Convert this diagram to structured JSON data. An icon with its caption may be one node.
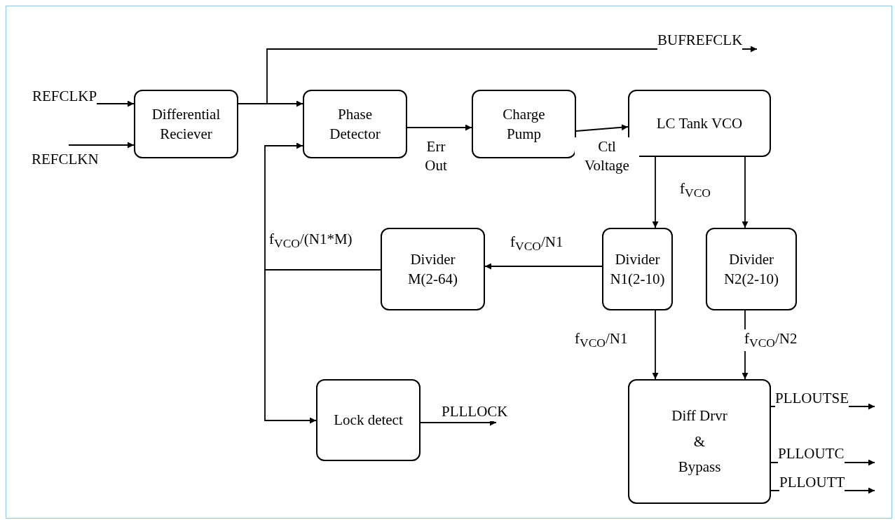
{
  "diagram": {
    "nodes": [
      {
        "text": [
          "Differential Reciever"
        ]
      },
      {
        "text": [
          "Phase Detector"
        ]
      },
      {
        "text": [
          "Charge Pump"
        ]
      },
      {
        "text": [
          "LC Tank VCO"
        ]
      },
      {
        "text": [
          "Divider M(2-64)"
        ]
      },
      {
        "text": [
          "Divider N1(2-10)"
        ]
      },
      {
        "text": [
          "Divider N2(2-10)"
        ]
      },
      {
        "text": [
          "Lock detect"
        ]
      },
      {
        "text": [
          "Diff Drvr",
          "&",
          "Bypass"
        ]
      }
    ],
    "edges": [
      {
        "from": null,
        "to": 0,
        "arrow": "to",
        "label": "REFCLKP"
      },
      {
        "from": null,
        "to": 0,
        "arrow": "to",
        "label": "REFCLKN"
      },
      {
        "from": 0,
        "to": 1,
        "arrow": "to"
      },
      {
        "from": 0,
        "to": null,
        "arrow": "to",
        "label": "BUFREFCLK"
      },
      {
        "from": 1,
        "to": 2,
        "arrow": "to",
        "label": "Err Out"
      },
      {
        "from": 2,
        "to": 3,
        "arrow": "to",
        "label": "Ctl Voltage"
      },
      {
        "from": 3,
        "to": 5,
        "arrow": "to",
        "label": "f$_{VCO}$"
      },
      {
        "from": 3,
        "to": 6,
        "arrow": "to"
      },
      {
        "from": 5,
        "to": 4,
        "arrow": "to",
        "label": "f$_{VCO}$/N1"
      },
      {
        "from": 4,
        "to": 1,
        "arrow": "to",
        "label": "f$_{VCO}$/(N1*M)"
      },
      {
        "from": 4,
        "to": 7,
        "arrow": "to"
      },
      {
        "from": 5,
        "to": 8,
        "arrow": "to",
        "label": "f$_{VCO}$/N1"
      },
      {
        "from": 6,
        "to": 8,
        "arrow": "to",
        "label": "f$_{VCO}$/N2"
      },
      {
        "from": 7,
        "to": null,
        "arrow": "to",
        "label": "PLLLOCK"
      },
      {
        "from": 8,
        "to": null,
        "arrow": "to",
        "label": "PLLOUTSE"
      },
      {
        "from": 8,
        "to": null,
        "arrow": "to",
        "label": "PLLOUTC"
      },
      {
        "from": 8,
        "to": null,
        "arrow": "to",
        "label": "PLLOUTT"
      }
    ]
  }
}
